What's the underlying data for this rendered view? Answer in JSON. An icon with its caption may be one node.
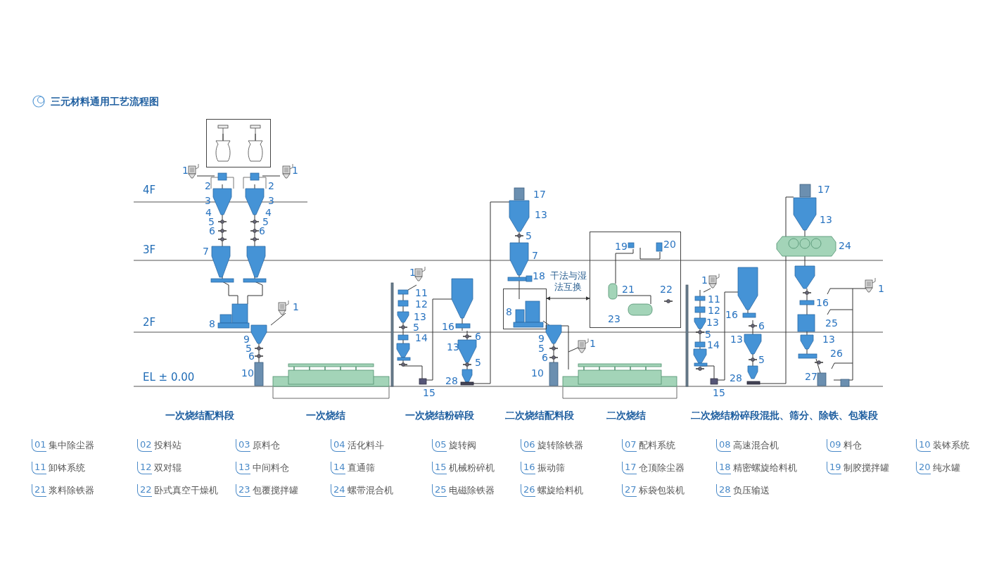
{
  "diagram": {
    "title": "三元材料通用工艺流程图",
    "nodes": [
      {
        "text": [],
        "shape": "box"
      },
      {
        "text": [
          "8"
        ]
      },
      {
        "text": [
          "19",
          "20",
          "21",
          "22",
          "23"
        ]
      }
    ],
    "edges": [
      {
        "from": 1,
        "to": 2,
        "arrow": "both",
        "label": "干法与湿法互换"
      }
    ],
    "labels": [
      "4F",
      "3F",
      "2F",
      "EL ± 0.00",
      "1",
      "1",
      "2",
      "2",
      "3",
      "3",
      "4",
      "4",
      "5",
      "5",
      "6",
      "6",
      "7",
      "8",
      "1",
      "9",
      "5",
      "6",
      "10",
      "1",
      "11",
      "12",
      "13",
      "5",
      "14",
      "15",
      "16",
      "6",
      "13",
      "5",
      "28",
      "17",
      "13",
      "5",
      "7",
      "18",
      "9",
      "5",
      "6",
      "10",
      "1",
      "1",
      "11",
      "12",
      "13",
      "5",
      "14",
      "15",
      "16",
      "6",
      "13",
      "5",
      "28",
      "17",
      "13",
      "24",
      "16",
      "25",
      "13",
      "26",
      "27",
      "1",
      "一次烧结配料段",
      "一次烧结",
      "一次烧结粉碎段",
      "二次烧结配料段",
      "二次烧结",
      "二次烧结粉碎段混批、筛分、除铁、包装段",
      "01",
      "集中除尘器",
      "02",
      "投料站",
      "03",
      "原料仓",
      "04",
      "活化料斗",
      "05",
      "旋转阀",
      "06",
      "旋转除铁器",
      "07",
      "配料系统",
      "08",
      "高速混合机",
      "09",
      "料仓",
      "10",
      "装钵系统",
      "11",
      "卸钵系统",
      "12",
      "双对辊",
      "13",
      "中间料仓",
      "14",
      "直通筛",
      "15",
      "机械粉碎机",
      "16",
      "振动筛",
      "17",
      "仓顶除尘器",
      "18",
      "精密螺旋给料机",
      "19",
      "制胶搅拌罐",
      "20",
      "纯水罐",
      "21",
      "浆料除铁器",
      "22",
      "卧式真空干燥机",
      "23",
      "包覆搅拌罐",
      "24",
      "螺带混合机",
      "25",
      "电磁除铁器",
      "26",
      "螺旋给料机",
      "27",
      "标袋包装机",
      "28",
      "负压输送"
    ]
  }
}
